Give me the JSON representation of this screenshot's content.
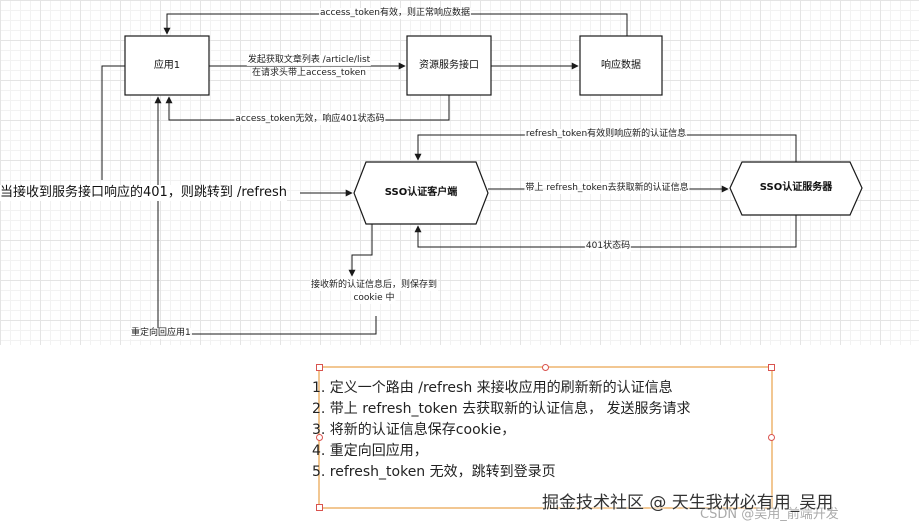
{
  "nodes": {
    "app": "应用1",
    "resource": "资源服务接口",
    "response": "响应数据",
    "sso_client": "SSO认证客户端",
    "sso_server": "SSO认证服务器"
  },
  "edges": {
    "token_valid": "access_token有效，则正常响应数据",
    "request_line1": "发起获取文章列表 /article/list",
    "request_line2": "在请求头带上access_token",
    "token_invalid": "access_token无效，响应401状态码",
    "refresh_valid": "refresh_token有效则响应新的认证信息",
    "jump_refresh": "当接收到服务接口响应的401，则跳转到 /refresh",
    "with_refresh": "带上 refresh_token去获取新的认证信息",
    "status_401": "401状态码",
    "save_line1": "接收新的认证信息后，则保存到",
    "save_line2": "cookie 中",
    "redirect": "重定向回应用1"
  },
  "notes": [
    "1. 定义一个路由 /refresh 来接收应用的刷新新的认证信息",
    "2. 带上 refresh_token 去获取新的认证信息， 发送服务请求",
    "3. 将新的认证信息保存cookie，",
    "4. 重定向回应用，",
    "5.  refresh_token 无效，跳转到登录页"
  ],
  "watermark": "掘金技术社区 @ 天生我材必有用_吴用",
  "watermark2": "CSDN @吴用_前端开发",
  "colors": {
    "stroke": "#1a1a1a",
    "selection": "#e8a24a",
    "handle": "#d9534f"
  }
}
